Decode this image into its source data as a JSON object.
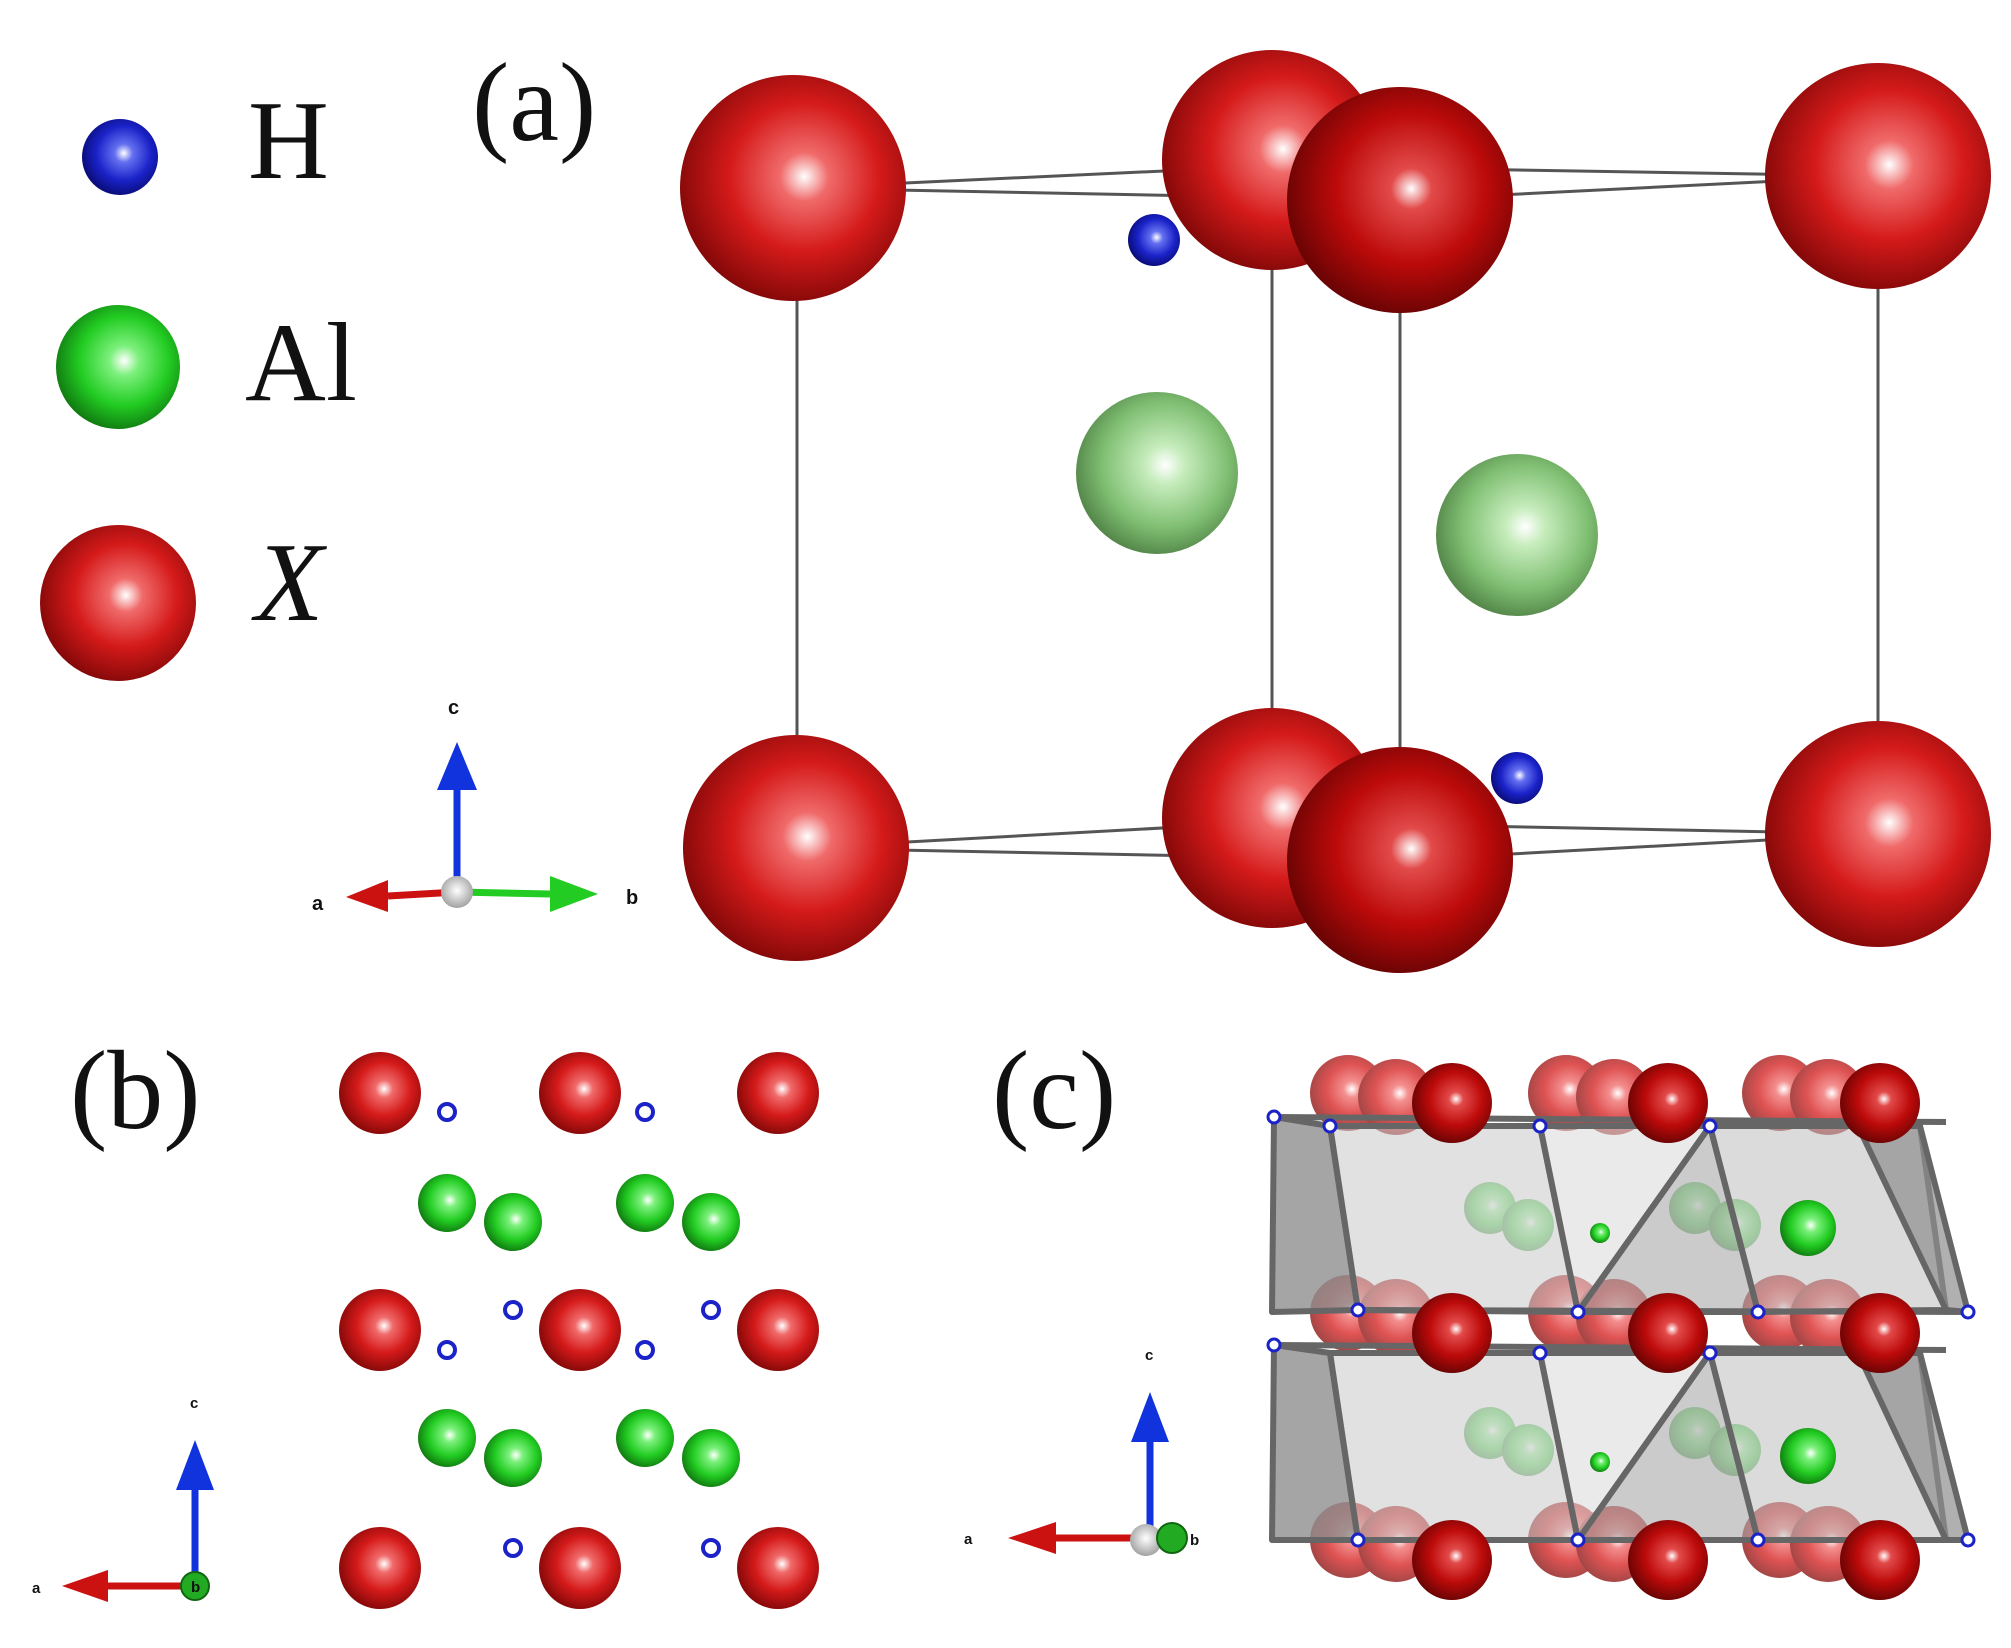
{
  "legend": [
    {
      "symbol": "H",
      "italic": false,
      "color": "#1a22c8"
    },
    {
      "symbol": "Al",
      "italic": false,
      "color": "#1fcf1f"
    },
    {
      "symbol": "X",
      "italic": true,
      "color": "#d81818"
    }
  ],
  "panels": [
    {
      "label": "(a)",
      "axes": {
        "a": "a",
        "b": "b",
        "c": "c"
      }
    },
    {
      "label": "(b)",
      "axes": {
        "a": "a",
        "b": "b",
        "c": "c"
      }
    },
    {
      "label": "(c)",
      "axes": {
        "a": "a",
        "b": "b",
        "c": "c"
      }
    }
  ],
  "colors": {
    "X": "#d81818",
    "Al": "#1fcf1f",
    "Al_pale": "#7fcf6f",
    "H": "#1a22c8",
    "axis_a": "#cc1111",
    "axis_b": "#22cc22",
    "axis_c": "#1133dd",
    "cell_edge": "#555555",
    "polyhedron": "#a8a8a8"
  }
}
